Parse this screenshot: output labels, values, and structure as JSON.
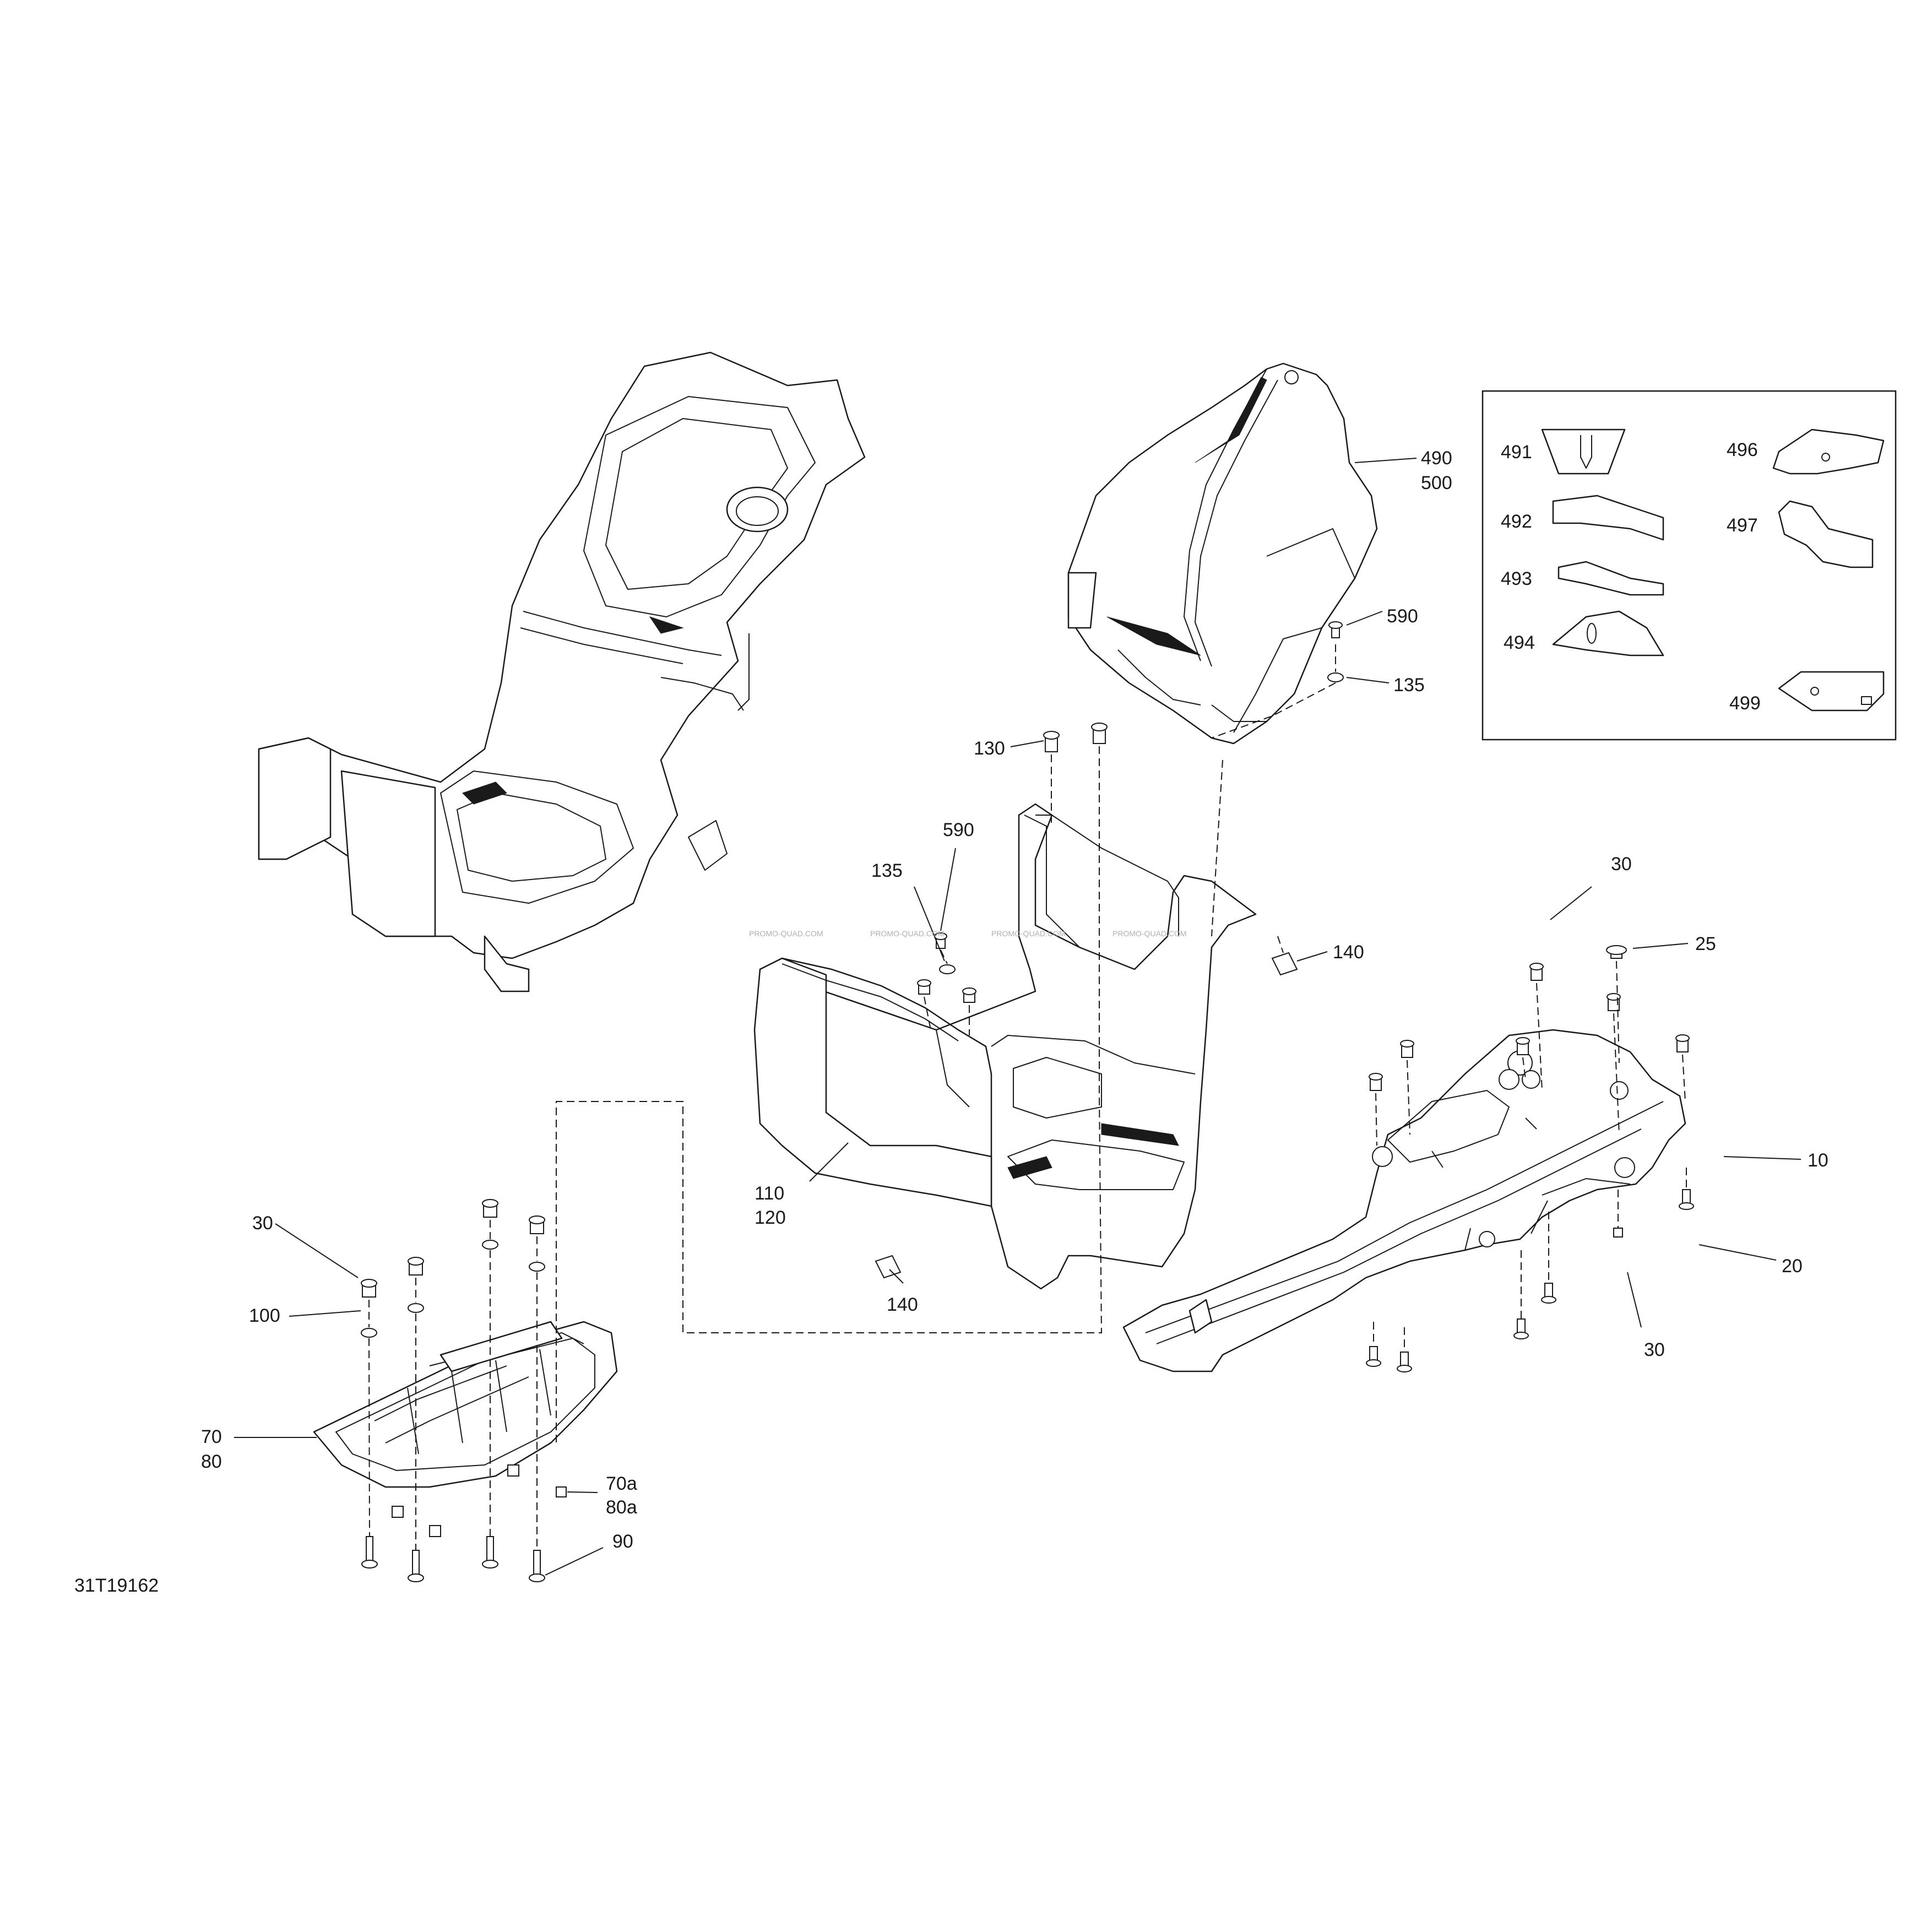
{
  "diagram_id": "31T19162",
  "watermark": "PROMO-QUAD.COM",
  "callouts": {
    "c491": "491",
    "c492": "492",
    "c493": "493",
    "c494": "494",
    "c496": "496",
    "c497": "497",
    "c499": "499",
    "c490": "490",
    "c500": "500",
    "c590a": "590",
    "c135a": "135",
    "c130": "130",
    "c590b": "590",
    "c135b": "135",
    "c140a": "140",
    "c140b": "140",
    "c110": "110",
    "c120": "120",
    "c30a": "30",
    "c25": "25",
    "c10": "10",
    "c20": "20",
    "c30b": "30",
    "c30c": "30",
    "c100": "100",
    "c70": "70",
    "c80": "80",
    "c70a": "70a",
    "c80a": "80a",
    "c90": "90"
  }
}
